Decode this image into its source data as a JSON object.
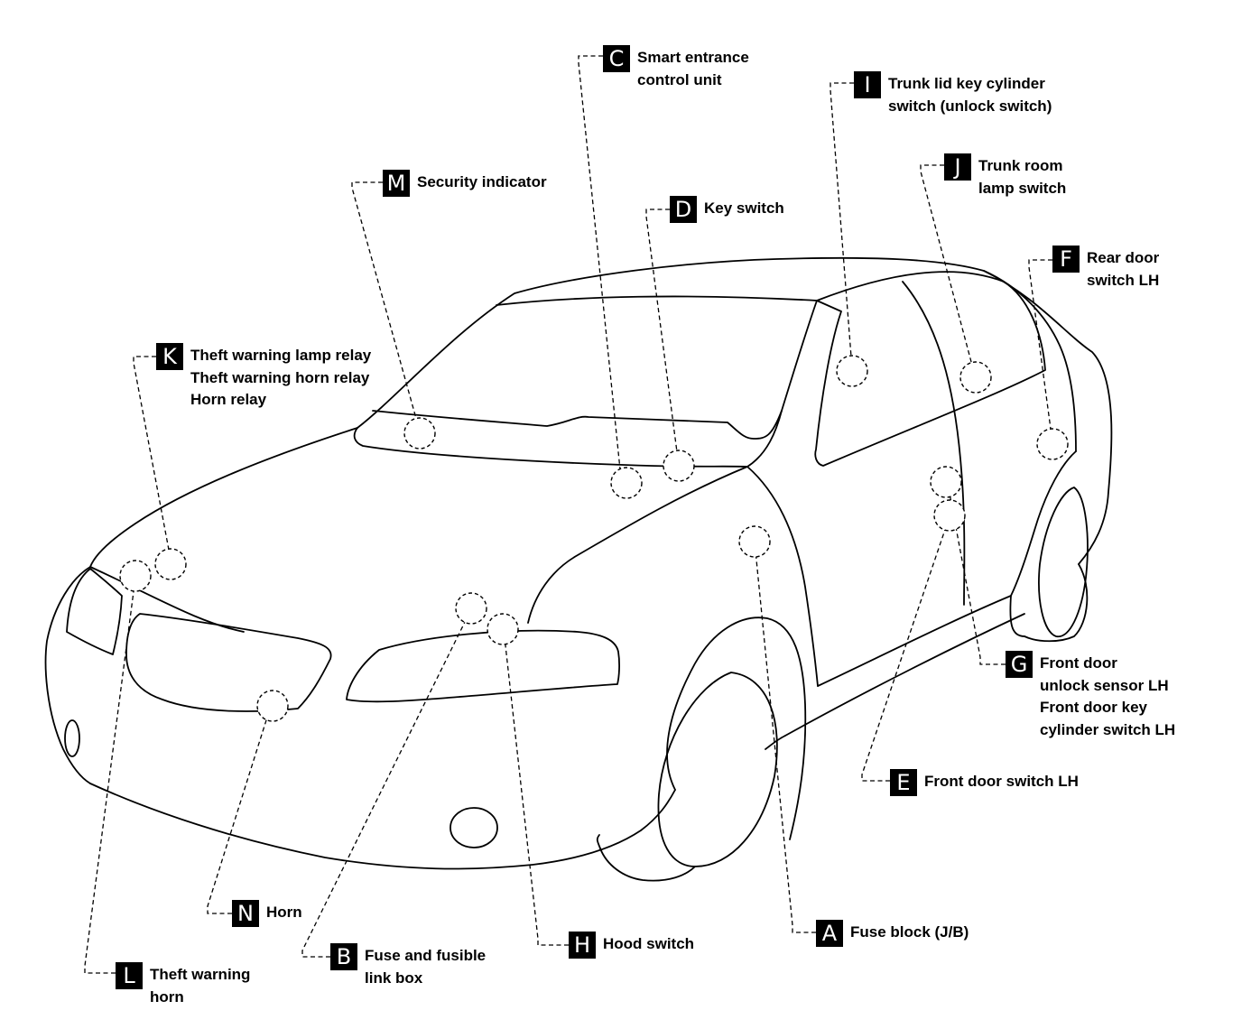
{
  "callouts": [
    {
      "key": "C",
      "lines": [
        "Smart entrance",
        "control unit"
      ]
    },
    {
      "key": "I",
      "lines": [
        "Trunk lid key cylinder",
        "switch (unlock switch)"
      ]
    },
    {
      "key": "M",
      "lines": [
        "Security indicator"
      ]
    },
    {
      "key": "D",
      "lines": [
        "Key switch"
      ]
    },
    {
      "key": "J",
      "lines": [
        "Trunk room",
        "lamp switch"
      ]
    },
    {
      "key": "F",
      "lines": [
        "Rear door",
        "switch LH"
      ]
    },
    {
      "key": "K",
      "lines": [
        "Theft warning lamp relay",
        "Theft warning horn relay",
        "Horn relay"
      ]
    },
    {
      "key": "G",
      "lines": [
        "Front door",
        "unlock sensor LH",
        "Front door key",
        "cylinder switch LH"
      ]
    },
    {
      "key": "E",
      "lines": [
        "Front door switch LH"
      ]
    },
    {
      "key": "N",
      "lines": [
        "Horn"
      ]
    },
    {
      "key": "A",
      "lines": [
        "Fuse block (J/B)"
      ]
    },
    {
      "key": "H",
      "lines": [
        "Hood switch"
      ]
    },
    {
      "key": "B",
      "lines": [
        "Fuse and fusible",
        "link box"
      ]
    },
    {
      "key": "L",
      "lines": [
        "Theft warning",
        "horn"
      ]
    }
  ]
}
